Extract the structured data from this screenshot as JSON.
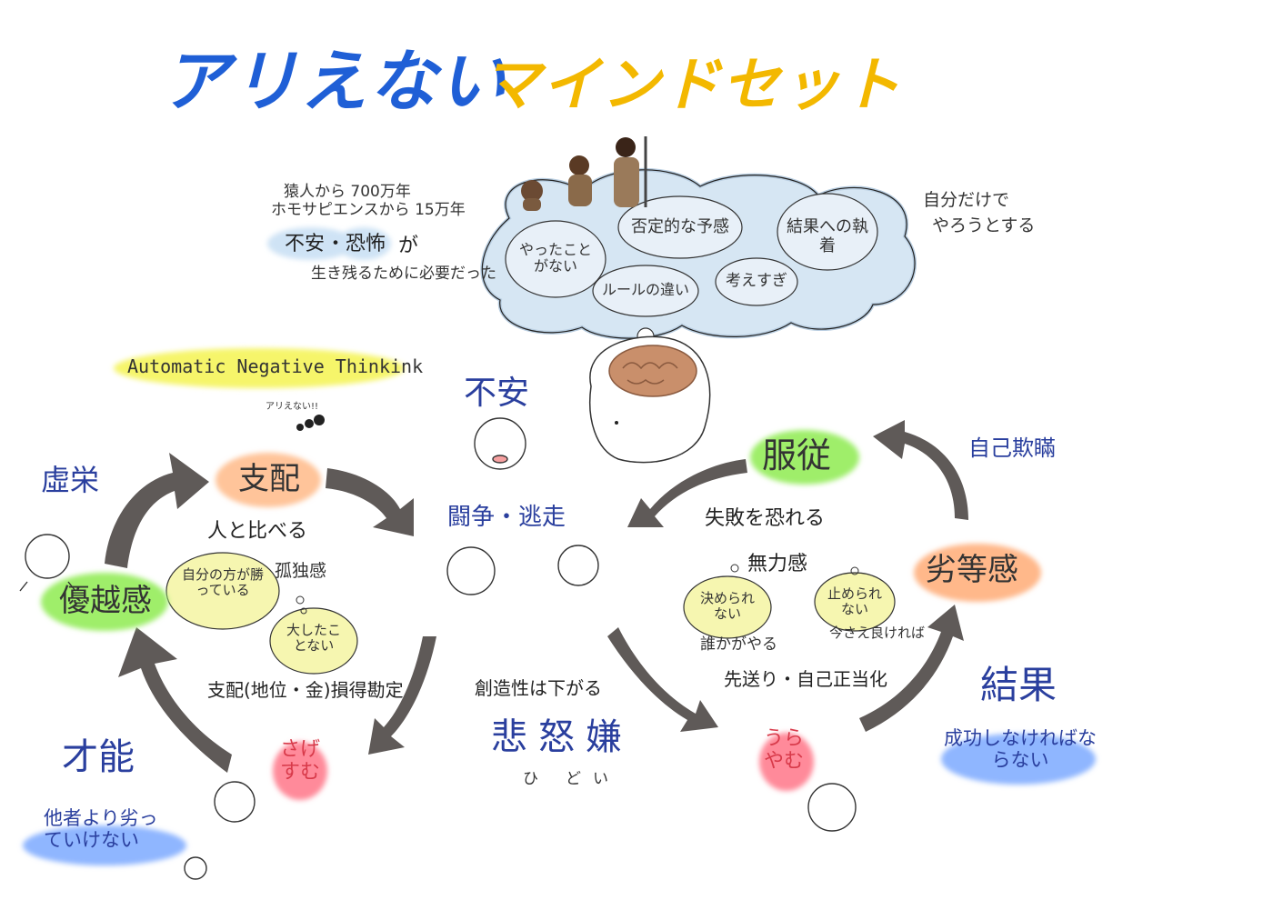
{
  "title": {
    "part1": "アリえない",
    "part2": "マインドセット"
  },
  "evolution": {
    "line1": "猿人から 700万年",
    "line2": "ホモサピエンスから 15万年",
    "anxiety": "不安",
    "dot": "・",
    "fear": "恐怖",
    "ga": "が",
    "line4": "生き残るために必要だった"
  },
  "big_cloud": {
    "bubbles": [
      "やったことがない",
      "否定的な予感",
      "結果への執着",
      "ルールの違い",
      "考えすぎ"
    ]
  },
  "alone": {
    "line1": "自分だけで",
    "line2": "やろうとする"
  },
  "ant_banner": "Automatic Negative Thinkink",
  "ant_caption": "アリえない!!",
  "center": {
    "anxiety": "不安",
    "fight_flight": "闘争・逃走",
    "creativity": "創造性は下がる",
    "emotions": [
      "悲",
      "怒",
      "嫌"
    ],
    "emotion_suffix": [
      "ひ",
      "ど",
      "い"
    ]
  },
  "left_cycle": {
    "vanity": "虛栄",
    "domination": "支配",
    "compare": "人と比べる",
    "superiority": "優越感",
    "thought_bubble": "自分の方が勝っている",
    "loneliness": "孤独感",
    "not_big_deal": "大したことない",
    "gain_loss": "支配(地位・金)損得勘定",
    "talent": "才能",
    "cant_keep_up": "他者より劣っていけない",
    "despise": "さげすむ"
  },
  "right_cycle": {
    "self_deception": "自己欺瞞",
    "obedience": "服従",
    "fear_failure": "失敗を恐れる",
    "helplessness": "無力感",
    "cant_decide": "決められない",
    "cant_stop": "止められない",
    "someone_does": "誰かがやる",
    "now_ok": "今さえ良ければ",
    "inferiority": "劣等感",
    "procrastinate": "先送り・自己正当化",
    "result": "結果",
    "must_succeed": "成功しなければならない",
    "envy": "うらやむ"
  },
  "colors": {
    "title_blue": "#1f5fd6",
    "title_yellow": "#f3b800",
    "cloud": "#cfe0ef",
    "arrow": "#5f5a58",
    "green_hl": "#9fee6a",
    "orange_hl": "#ffb88a",
    "red_hl": "#ff8a9a",
    "blue_hl": "#8fb6ff",
    "yellow_hl": "#f6f56a",
    "brain": "#c98f6b"
  },
  "icons": [
    "caveman-icon",
    "brain-icon",
    "ant-icon",
    "face-icon",
    "arrow-icon"
  ]
}
